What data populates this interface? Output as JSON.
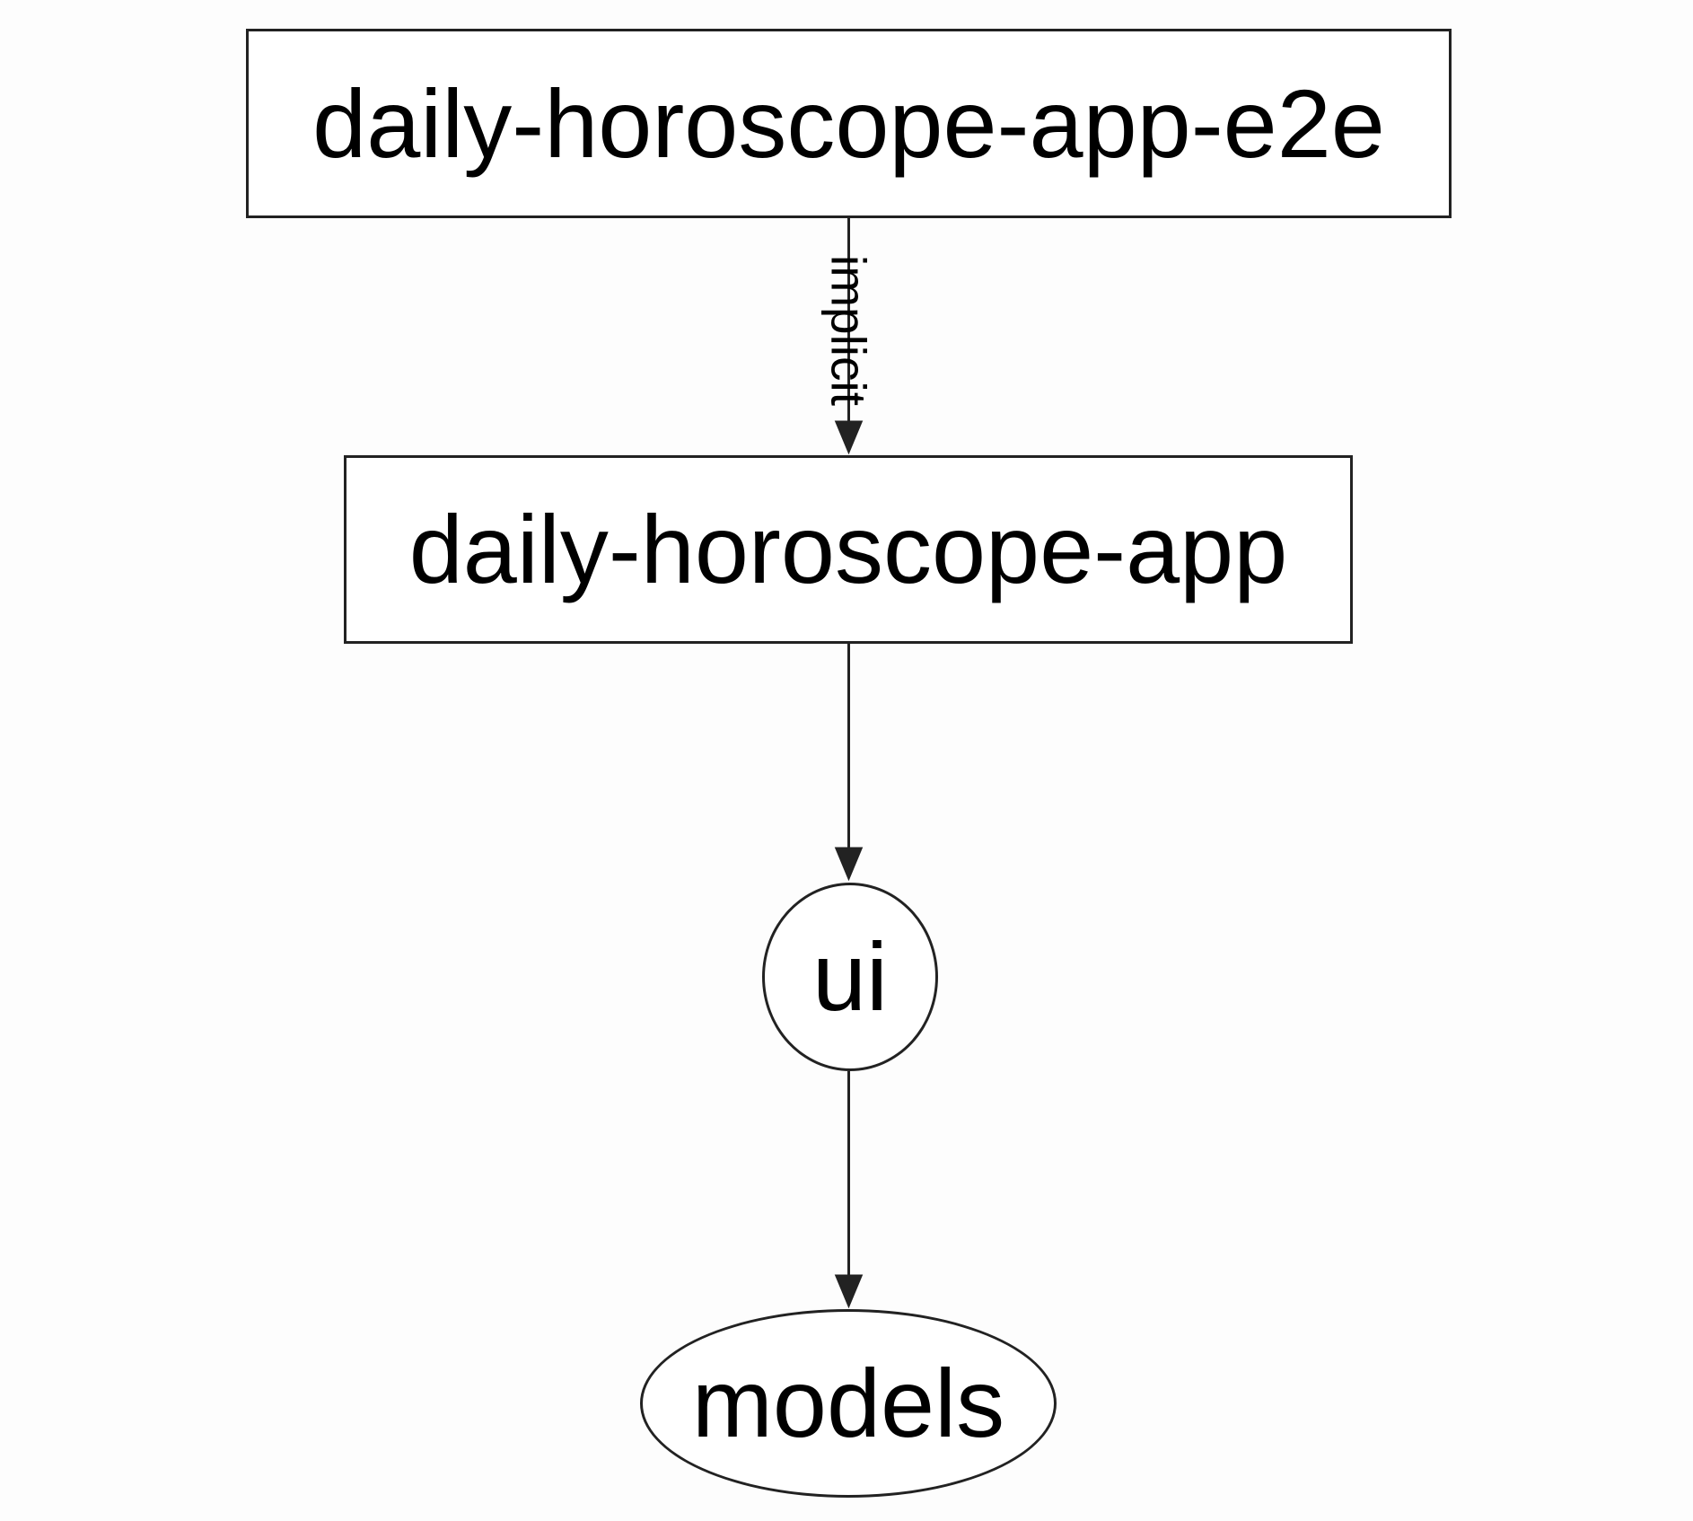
{
  "diagram": {
    "type": "dependency-graph",
    "nodes": [
      {
        "id": "daily-horoscope-app-e2e",
        "label": "daily-horoscope-app-e2e",
        "shape": "rectangle"
      },
      {
        "id": "daily-horoscope-app",
        "label": "daily-horoscope-app",
        "shape": "rectangle"
      },
      {
        "id": "ui",
        "label": "ui",
        "shape": "ellipse"
      },
      {
        "id": "models",
        "label": "models",
        "shape": "ellipse"
      }
    ],
    "edges": [
      {
        "from": "daily-horoscope-app-e2e",
        "to": "daily-horoscope-app",
        "label": "implicit",
        "style": "solid",
        "arrowhead": "filled-triangle-down"
      },
      {
        "from": "daily-horoscope-app",
        "to": "ui",
        "label": "",
        "style": "solid",
        "arrowhead": "filled-triangle-down"
      },
      {
        "from": "ui",
        "to": "models",
        "label": "",
        "style": "solid",
        "arrowhead": "filled-triangle-down"
      }
    ],
    "colors": {
      "stroke": "#222222",
      "text": "#000000",
      "node_fill": "#ffffff",
      "background": "#fdfdfd"
    }
  }
}
